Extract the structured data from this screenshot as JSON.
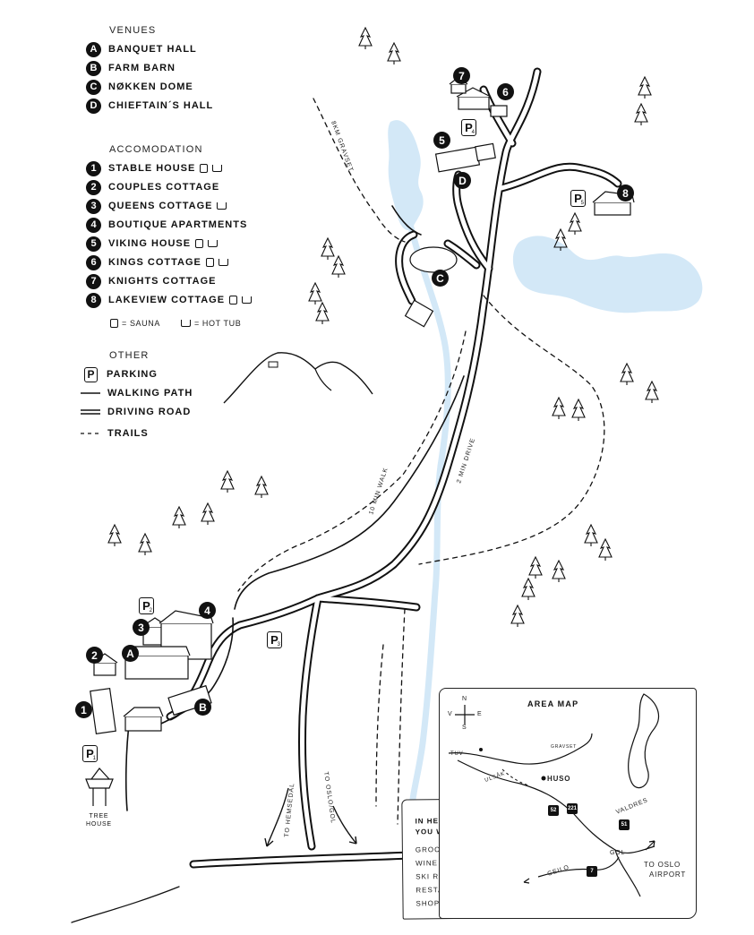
{
  "legend": {
    "venues_title": "VENUES",
    "venues": [
      {
        "key": "A",
        "label": "BANQUET HALL"
      },
      {
        "key": "B",
        "label": "FARM BARN"
      },
      {
        "key": "C",
        "label": "NØKKEN DOME"
      },
      {
        "key": "D",
        "label": "CHIEFTAIN´S HALL"
      }
    ],
    "accommodation_title": "ACCOMODATION",
    "accommodation": [
      {
        "key": "1",
        "label": "STABLE HOUSE",
        "sauna": true,
        "hot_tub": true
      },
      {
        "key": "2",
        "label": "COUPLES COTTAGE",
        "sauna": false,
        "hot_tub": false
      },
      {
        "key": "3",
        "label": "QUEENS COTTAGE",
        "sauna": false,
        "hot_tub": true
      },
      {
        "key": "4",
        "label": "BOUTIQUE APARTMENTS",
        "sauna": false,
        "hot_tub": false
      },
      {
        "key": "5",
        "label": "VIKING HOUSE",
        "sauna": true,
        "hot_tub": true
      },
      {
        "key": "6",
        "label": "KINGS COTTAGE",
        "sauna": true,
        "hot_tub": true
      },
      {
        "key": "7",
        "label": "KNIGHTS COTTAGE",
        "sauna": false,
        "hot_tub": false
      },
      {
        "key": "8",
        "label": "LAKEVIEW COTTAGE",
        "sauna": true,
        "hot_tub": true
      }
    ],
    "sauna_key": "= SAUNA",
    "hot_tub_key": "= HOT TUB",
    "other_title": "OTHER",
    "other": [
      {
        "icon": "parking",
        "symbol": "P",
        "label": "PARKING"
      },
      {
        "icon": "walking-path",
        "label": "WALKING PATH"
      },
      {
        "icon": "driving-road",
        "label": "DRIVING ROAD"
      },
      {
        "icon": "trails",
        "label": "TRAILS"
      }
    ]
  },
  "map_labels": {
    "gravset_trail": "8KM GRAVSET",
    "walk": "10 MIN WALK",
    "drive": "2 MIN DRIVE",
    "to_hemsedal": "TO HEMSEDAL",
    "to_oslo_gol": "TO OSLO/GOL",
    "tree_house_1": "TREE",
    "tree_house_2": "HOUSE"
  },
  "map_markers": {
    "venues": [
      "A",
      "B",
      "C",
      "D"
    ],
    "accommodation": [
      "1",
      "2",
      "3",
      "4",
      "5",
      "6",
      "7",
      "8"
    ],
    "parking": [
      {
        "symbol": "P",
        "sub": "1"
      },
      {
        "symbol": "P",
        "sub": "2"
      },
      {
        "symbol": "P",
        "sub": "3"
      },
      {
        "symbol": "P",
        "sub": "4"
      },
      {
        "symbol": "P",
        "sub": "5"
      }
    ]
  },
  "info_card": {
    "title_1": "IN HEMSEDAL",
    "title_2": "YOU WILL FIND:",
    "items": [
      "GROCERY STORES",
      "WINE SHOP",
      "SKI RESORT",
      "RESTAURANTS",
      "SHOPPING"
    ]
  },
  "area_map": {
    "title": "AREA MAP",
    "compass": {
      "n": "N",
      "s": "S",
      "e": "E",
      "w": "V"
    },
    "places": {
      "tuv": "TUV",
      "gravset": "GRAVSET",
      "ulsak": "ULSÅK",
      "huso": "HUSO",
      "valdres": "VALDRES",
      "gol": "GOL",
      "geilo": "GEILO",
      "oslo_1": "TO OSLO",
      "oslo_2": "AIRPORT"
    },
    "routes": {
      "r52": "52",
      "r221": "221",
      "r51": "51",
      "r7": "7"
    }
  },
  "colors": {
    "ink": "#111111",
    "water": "#d3e8f7",
    "paper": "#ffffff"
  }
}
